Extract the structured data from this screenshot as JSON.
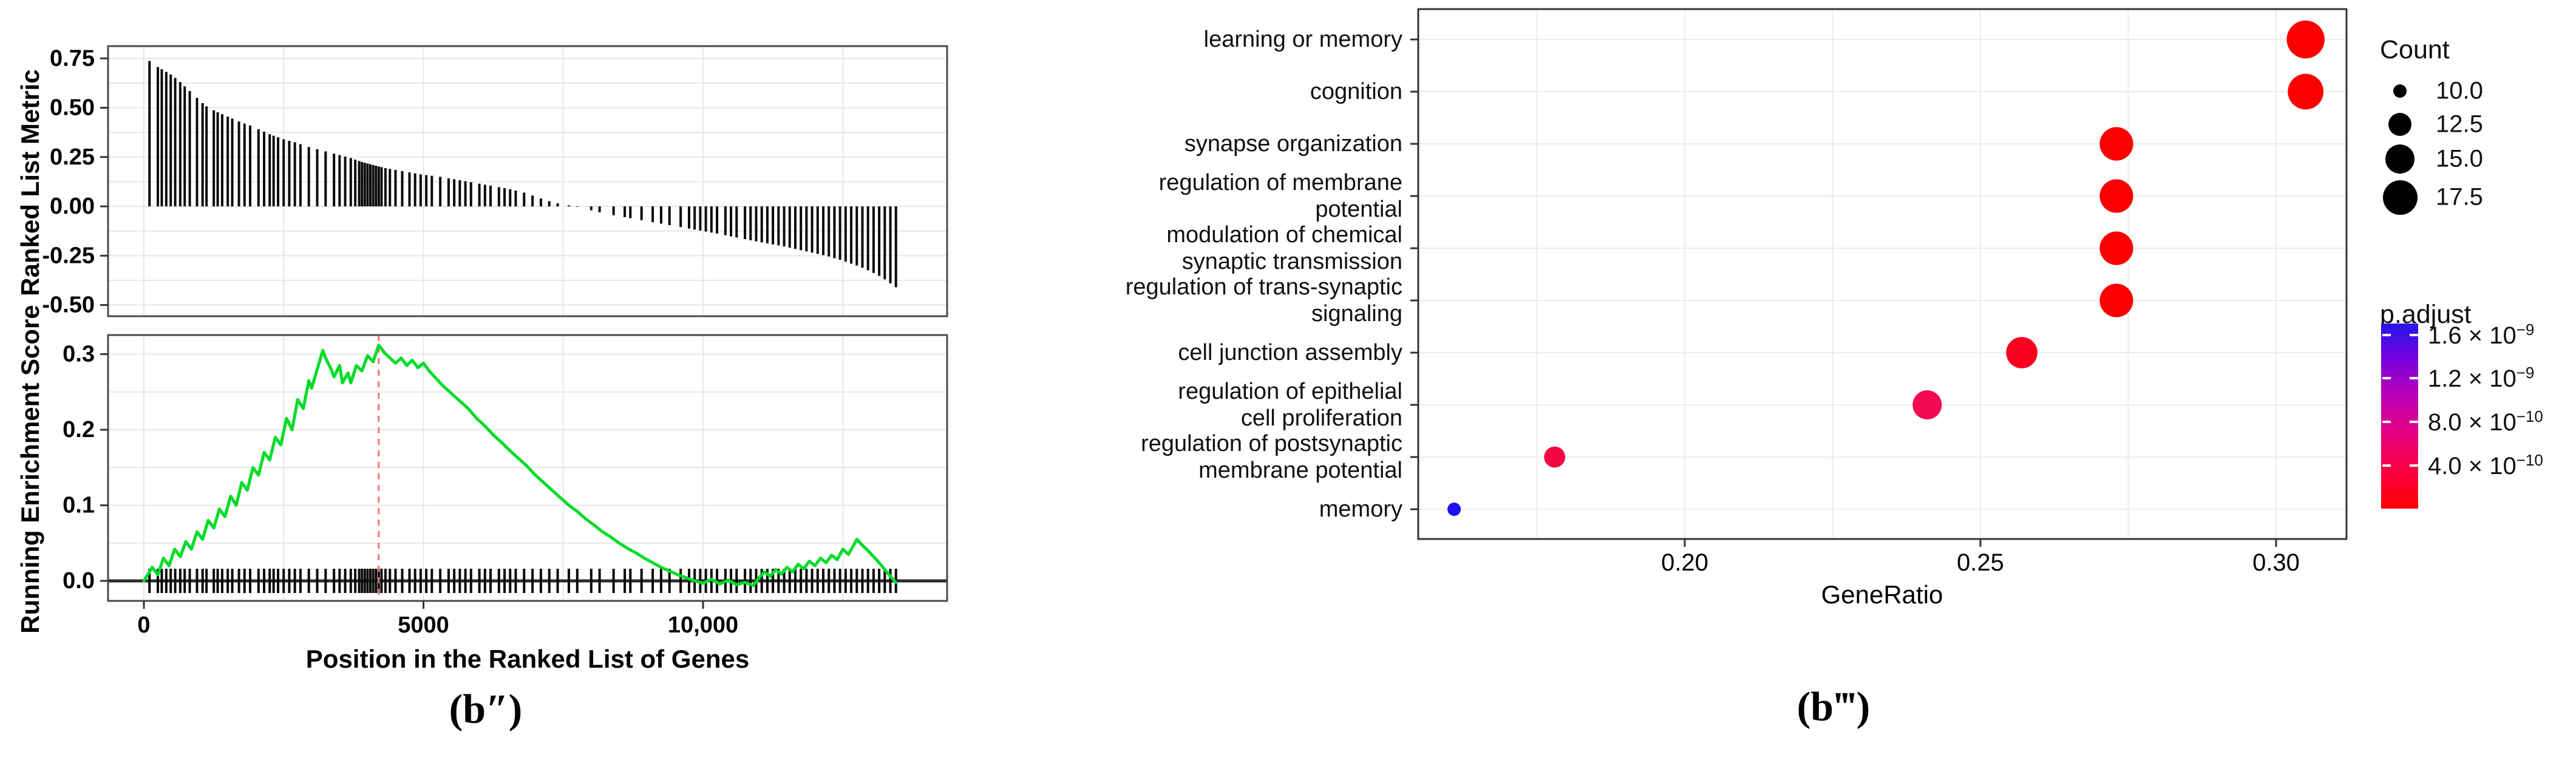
{
  "panel_labels": {
    "left": "(b″)",
    "right": "(b‴)"
  },
  "chart_data": [
    {
      "type": "bar",
      "panel": "b-doubleprime-top",
      "title": "",
      "xlabel": "",
      "ylabel": "Ranked List Metric",
      "ylim": [
        -0.6,
        0.82
      ],
      "yticks": [
        0.75,
        0.5,
        0.25,
        0,
        -0.25,
        -0.5
      ],
      "ytick_labels": [
        "0.75",
        "0.50",
        "0.25",
        "0.00",
        "-0.25",
        "-0.50"
      ],
      "xlim": [
        -640,
        14360
      ],
      "grid": "on",
      "bar_color": "#0a0a0a",
      "hit_positions": [
        100,
        250,
        320,
        400,
        480,
        560,
        650,
        730,
        820,
        950,
        1050,
        1120,
        1250,
        1320,
        1400,
        1500,
        1580,
        1700,
        1800,
        1900,
        2050,
        2150,
        2250,
        2320,
        2400,
        2500,
        2600,
        2700,
        2800,
        2950,
        3100,
        3250,
        3400,
        3500,
        3600,
        3700,
        3780,
        3850,
        3900,
        3950,
        4000,
        4050,
        4100,
        4150,
        4200,
        4250,
        4320,
        4400,
        4500,
        4620,
        4750,
        4850,
        4950,
        5050,
        5150,
        5300,
        5450,
        5550,
        5650,
        5750,
        5850,
        6000,
        6100,
        6200,
        6350,
        6450,
        6550,
        6650,
        6800,
        6950,
        7100,
        7250,
        7400,
        7600,
        7750,
        8000,
        8150,
        8400,
        8600,
        8700,
        8900,
        9100,
        9250,
        9400,
        9600,
        9750,
        9850,
        9950,
        10050,
        10150,
        10250,
        10400,
        10500,
        10600,
        10750,
        10850,
        10950,
        11050,
        11150,
        11250,
        11350,
        11450,
        11550,
        11650,
        11750,
        11850,
        11950,
        12050,
        12150,
        12250,
        12350,
        12450,
        12550,
        12650,
        12750,
        12850,
        12950,
        13050,
        13150,
        13250,
        13350,
        13450
      ],
      "metric_envelope": [
        [
          0,
          0.76
        ],
        [
          200,
          0.715
        ],
        [
          350,
          0.69
        ],
        [
          500,
          0.665
        ],
        [
          650,
          0.63
        ],
        [
          800,
          0.59
        ],
        [
          950,
          0.55
        ],
        [
          1100,
          0.51
        ],
        [
          1300,
          0.48
        ],
        [
          1500,
          0.455
        ],
        [
          1700,
          0.43
        ],
        [
          1900,
          0.41
        ],
        [
          2100,
          0.385
        ],
        [
          2300,
          0.36
        ],
        [
          2500,
          0.34
        ],
        [
          2700,
          0.325
        ],
        [
          2900,
          0.305
        ],
        [
          3100,
          0.29
        ],
        [
          3300,
          0.275
        ],
        [
          3500,
          0.26
        ],
        [
          3700,
          0.245
        ],
        [
          3900,
          0.225
        ],
        [
          4100,
          0.21
        ],
        [
          4300,
          0.195
        ],
        [
          4500,
          0.185
        ],
        [
          4700,
          0.175
        ],
        [
          5000,
          0.16
        ],
        [
          5300,
          0.15
        ],
        [
          5600,
          0.135
        ],
        [
          5900,
          0.12
        ],
        [
          6200,
          0.105
        ],
        [
          6500,
          0.09
        ],
        [
          6800,
          0.07
        ],
        [
          7000,
          0.05
        ],
        [
          7200,
          0.03
        ],
        [
          7400,
          0.015
        ],
        [
          7600,
          0.005
        ],
        [
          7800,
          -0.005
        ],
        [
          8000,
          -0.02
        ],
        [
          8300,
          -0.04
        ],
        [
          8600,
          -0.055
        ],
        [
          9000,
          -0.075
        ],
        [
          9400,
          -0.095
        ],
        [
          9800,
          -0.115
        ],
        [
          10200,
          -0.135
        ],
        [
          10600,
          -0.158
        ],
        [
          11000,
          -0.18
        ],
        [
          11400,
          -0.2
        ],
        [
          11800,
          -0.225
        ],
        [
          12200,
          -0.25
        ],
        [
          12500,
          -0.275
        ],
        [
          12800,
          -0.305
        ],
        [
          13000,
          -0.33
        ],
        [
          13200,
          -0.36
        ],
        [
          13350,
          -0.39
        ],
        [
          13500,
          -0.42
        ]
      ]
    },
    {
      "type": "line",
      "panel": "b-doubleprime-bottom",
      "title": "",
      "xlabel": "Position in the Ranked List of Genes",
      "ylabel": "Running Enrichment Score",
      "ylim": [
        -0.035,
        0.325
      ],
      "yticks": [
        0.3,
        0.2,
        0.1,
        0
      ],
      "ytick_labels": [
        "0.3",
        "0.2",
        "0.1",
        "0.0"
      ],
      "xticks": [
        0,
        5000,
        10000
      ],
      "xtick_labels": [
        "0",
        "5000",
        "10,000"
      ],
      "xlim": [
        -640,
        14360
      ],
      "grid": "on",
      "line_color": "#00DC28",
      "peak_line": {
        "x": 4200,
        "color": "#F87272",
        "style": "dashed"
      },
      "points": [
        [
          0,
          0
        ],
        [
          150,
          0.018
        ],
        [
          250,
          0.008
        ],
        [
          350,
          0.03
        ],
        [
          450,
          0.02
        ],
        [
          550,
          0.042
        ],
        [
          650,
          0.032
        ],
        [
          750,
          0.052
        ],
        [
          850,
          0.042
        ],
        [
          950,
          0.065
        ],
        [
          1050,
          0.055
        ],
        [
          1150,
          0.08
        ],
        [
          1250,
          0.07
        ],
        [
          1350,
          0.095
        ],
        [
          1450,
          0.085
        ],
        [
          1550,
          0.112
        ],
        [
          1650,
          0.1
        ],
        [
          1750,
          0.13
        ],
        [
          1850,
          0.12
        ],
        [
          1950,
          0.15
        ],
        [
          2050,
          0.14
        ],
        [
          2150,
          0.17
        ],
        [
          2250,
          0.16
        ],
        [
          2350,
          0.19
        ],
        [
          2450,
          0.18
        ],
        [
          2550,
          0.215
        ],
        [
          2650,
          0.2
        ],
        [
          2750,
          0.24
        ],
        [
          2850,
          0.228
        ],
        [
          2950,
          0.265
        ],
        [
          3000,
          0.255
        ],
        [
          3100,
          0.28
        ],
        [
          3200,
          0.305
        ],
        [
          3250,
          0.295
        ],
        [
          3350,
          0.28
        ],
        [
          3400,
          0.27
        ],
        [
          3500,
          0.285
        ],
        [
          3550,
          0.262
        ],
        [
          3650,
          0.275
        ],
        [
          3700,
          0.262
        ],
        [
          3800,
          0.285
        ],
        [
          3900,
          0.278
        ],
        [
          4000,
          0.298
        ],
        [
          4100,
          0.29
        ],
        [
          4200,
          0.312
        ],
        [
          4300,
          0.302
        ],
        [
          4400,
          0.295
        ],
        [
          4500,
          0.288
        ],
        [
          4600,
          0.295
        ],
        [
          4700,
          0.285
        ],
        [
          4800,
          0.292
        ],
        [
          4900,
          0.282
        ],
        [
          5000,
          0.288
        ],
        [
          5100,
          0.278
        ],
        [
          5200,
          0.27
        ],
        [
          5350,
          0.258
        ],
        [
          5500,
          0.248
        ],
        [
          5650,
          0.238
        ],
        [
          5800,
          0.228
        ],
        [
          5950,
          0.215
        ],
        [
          6100,
          0.205
        ],
        [
          6250,
          0.193
        ],
        [
          6400,
          0.183
        ],
        [
          6550,
          0.172
        ],
        [
          6700,
          0.162
        ],
        [
          6850,
          0.152
        ],
        [
          7000,
          0.14
        ],
        [
          7150,
          0.13
        ],
        [
          7300,
          0.12
        ],
        [
          7450,
          0.11
        ],
        [
          7600,
          0.1
        ],
        [
          7750,
          0.092
        ],
        [
          7900,
          0.082
        ],
        [
          8050,
          0.074
        ],
        [
          8200,
          0.065
        ],
        [
          8350,
          0.058
        ],
        [
          8500,
          0.05
        ],
        [
          8650,
          0.043
        ],
        [
          8800,
          0.037
        ],
        [
          8950,
          0.03
        ],
        [
          9100,
          0.024
        ],
        [
          9250,
          0.018
        ],
        [
          9400,
          0.013
        ],
        [
          9550,
          0.008
        ],
        [
          9700,
          0.004
        ],
        [
          9850,
          0
        ],
        [
          10000,
          -0.003
        ],
        [
          10150,
          0.002
        ],
        [
          10300,
          -0.004
        ],
        [
          10450,
          0.001
        ],
        [
          10600,
          -0.005
        ],
        [
          10750,
          -0.002
        ],
        [
          10900,
          -0.006
        ],
        [
          11000,
          0.004
        ],
        [
          11100,
          0.012
        ],
        [
          11200,
          0.006
        ],
        [
          11300,
          0.015
        ],
        [
          11400,
          0.009
        ],
        [
          11500,
          0.018
        ],
        [
          11600,
          0.012
        ],
        [
          11700,
          0.022
        ],
        [
          11800,
          0.016
        ],
        [
          11900,
          0.026
        ],
        [
          12000,
          0.02
        ],
        [
          12100,
          0.03
        ],
        [
          12200,
          0.024
        ],
        [
          12300,
          0.034
        ],
        [
          12400,
          0.028
        ],
        [
          12500,
          0.042
        ],
        [
          12600,
          0.035
        ],
        [
          12700,
          0.048
        ],
        [
          12750,
          0.055
        ],
        [
          12850,
          0.047
        ],
        [
          12950,
          0.04
        ],
        [
          13050,
          0.032
        ],
        [
          13150,
          0.024
        ],
        [
          13250,
          0.015
        ],
        [
          13350,
          0.006
        ],
        [
          13450,
          -0.002
        ]
      ],
      "rug_positions_note": "rug marks use chart_data[0].hit_positions"
    },
    {
      "type": "scatter",
      "panel": "b-tripleprime",
      "title": "",
      "xlabel": "GeneRatio",
      "xticks": [
        0.2,
        0.25,
        0.3
      ],
      "xtick_labels": [
        "0.20",
        "0.25",
        "0.30"
      ],
      "xlim": [
        0.151,
        0.312
      ],
      "grid": "on",
      "categories": [
        [
          "learning or memory"
        ],
        [
          "cognition"
        ],
        [
          "synapse organization"
        ],
        [
          "regulation of membrane",
          "potential"
        ],
        [
          "modulation of chemical",
          "synaptic transmission"
        ],
        [
          "regulation of trans-synaptic",
          "signaling"
        ],
        [
          "cell junction assembly"
        ],
        [
          "regulation of epithelial",
          "cell proliferation"
        ],
        [
          "regulation of postsynaptic",
          "membrane potential"
        ],
        [
          "memory"
        ]
      ],
      "points": [
        {
          "category": "learning or memory",
          "gene_ratio": 0.305,
          "count": 19,
          "color": "#FB0000"
        },
        {
          "category": "cognition",
          "gene_ratio": 0.305,
          "count": 18,
          "color": "#FB0000"
        },
        {
          "category": "synapse organization",
          "gene_ratio": 0.273,
          "count": 17,
          "color": "#FB0000"
        },
        {
          "category": "regulation of membrane potential",
          "gene_ratio": 0.273,
          "count": 17,
          "color": "#FB0000"
        },
        {
          "category": "modulation of chemical synaptic transmission",
          "gene_ratio": 0.273,
          "count": 17,
          "color": "#FB0000"
        },
        {
          "category": "regulation of trans-synaptic signaling",
          "gene_ratio": 0.273,
          "count": 17,
          "color": "#FB0000"
        },
        {
          "category": "cell junction assembly",
          "gene_ratio": 0.257,
          "count": 16,
          "color": "#F9001E"
        },
        {
          "category": "regulation of epithelial cell proliferation",
          "gene_ratio": 0.241,
          "count": 15,
          "color": "#F30852"
        },
        {
          "category": "regulation of postsynaptic membrane potential",
          "gene_ratio": 0.178,
          "count": 12,
          "color": "#F20840"
        },
        {
          "category": "memory",
          "gene_ratio": 0.161,
          "count": 10,
          "color": "#1C10EE"
        }
      ],
      "legend_count": {
        "title": "Count",
        "values": [
          10.0,
          12.5,
          15.0,
          17.5
        ],
        "labels": [
          "10.0",
          "12.5",
          "15.0",
          "17.5"
        ],
        "radii": [
          11,
          19,
          24,
          28.5
        ]
      },
      "legend_padjust": {
        "title": "p.adjust",
        "tick_labels": [
          [
            "1.6 × 10",
            "−9"
          ],
          [
            "1.2 × 10",
            "−9"
          ],
          [
            "8.0 × 10",
            "−10"
          ],
          [
            "4.0 × 10",
            "−10"
          ]
        ],
        "gradient_top_color": "#2616EA",
        "gradient_bottom_color": "#FF0000",
        "legend_position": "right"
      }
    }
  ]
}
